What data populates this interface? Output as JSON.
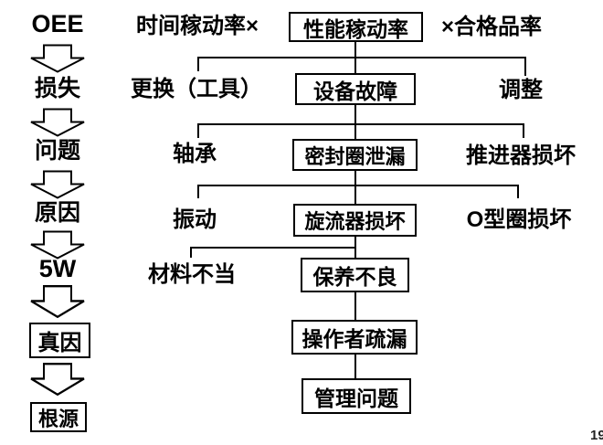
{
  "page": {
    "number": "19",
    "background_color": "#ffffff",
    "line_color": "#000000",
    "text_color": "#000000"
  },
  "left_column": {
    "items": [
      {
        "label": "OEE",
        "boxed": false
      },
      {
        "label": "损失",
        "boxed": false
      },
      {
        "label": "问题",
        "boxed": false
      },
      {
        "label": "原因",
        "boxed": false
      },
      {
        "label": "5W",
        "boxed": false
      },
      {
        "label": "真因",
        "boxed": true
      },
      {
        "label": "根源",
        "boxed": true
      }
    ],
    "arrow_icon": "hollow-down-block-arrow"
  },
  "tree": {
    "rows": [
      {
        "left": "时间稼动率×",
        "center": "性能稼动率",
        "right": "×合格品率"
      },
      {
        "left": "更换（工具）",
        "center": "设备故障",
        "right": "调整"
      },
      {
        "left": "轴承",
        "center": "密封圈泄漏",
        "right": "推进器损坏"
      },
      {
        "left": "振动",
        "center": "旋流器损坏",
        "right": "O型圈损坏"
      },
      {
        "left": "材料不当",
        "center": "保养不良"
      },
      {
        "center": "操作者疏漏"
      },
      {
        "center": "管理问题"
      }
    ]
  }
}
